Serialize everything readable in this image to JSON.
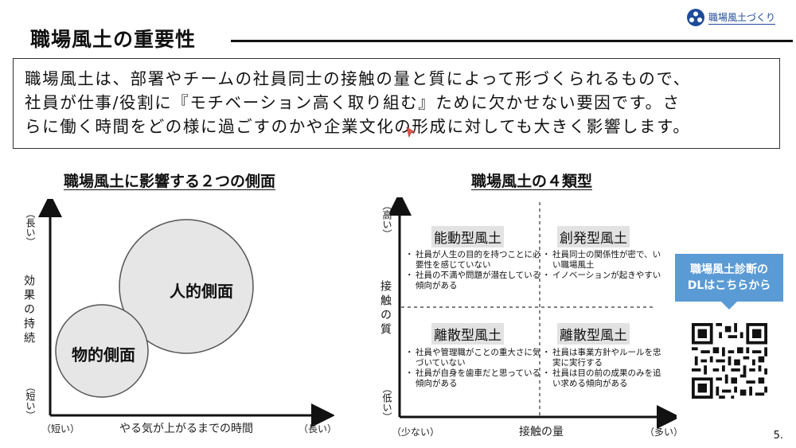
{
  "header": {
    "title": "職場風土の重要性",
    "brand_label": "職場風土づくり"
  },
  "intro": {
    "lines": [
      "職場風土は、部署やチームの社員同士の接触の量と質によって形づくられるもので、",
      "社員が仕事/役割に『モチベーション高く取り組む』ために欠かせない要因です。さ",
      "らに働く時間をどの様に過ごすのかや企業文化の形成に対しても大きく影響します。"
    ]
  },
  "left_chart": {
    "heading": "職場風土に影響する２つの側面",
    "y_axis": {
      "label": "効果の持続",
      "high": "（長い）",
      "low": "（短い）"
    },
    "x_axis": {
      "label": "やる気が上がるまでの時間",
      "low": "（短い）",
      "high": "（長い）"
    },
    "bubbles": [
      {
        "label": "人的側面"
      },
      {
        "label": "物的側面"
      }
    ]
  },
  "right_chart": {
    "heading": "職場風土の４類型",
    "y_axis": {
      "label": "接触の質",
      "high": "（高い）",
      "low": "（低い）"
    },
    "x_axis": {
      "label": "接触の量",
      "low": "（少ない）",
      "high": "（多い）"
    },
    "quadrants": [
      {
        "title": "能動型風土",
        "items": [
          "社員が人生の目的を持つことに必要性を感じていない",
          "社員の不満や問題が潜在している傾向がある"
        ]
      },
      {
        "title": "創発型風土",
        "items": [
          "社員同士の関係性が密で、いい職場風土",
          "イノベーションが起きやすい"
        ]
      },
      {
        "title": "離散型風土",
        "items": [
          "社員や管理職がことの重大さに気づいていない",
          "社員が自身を歯車だと思っている傾向がある"
        ]
      },
      {
        "title": "離散型風土",
        "items": [
          "社員は事業方針やルールを忠実に実行する",
          "社員は目の前の成果のみを追い求める傾向がある"
        ]
      }
    ]
  },
  "qr": {
    "badge_line1": "職場風土診断の",
    "badge_line2": "DLはこちらから"
  },
  "page_number": "5.",
  "colors": {
    "brand": "#1e4b9a",
    "badge": "#5b9bd5",
    "bubble_fill": "#e6e6e6"
  }
}
